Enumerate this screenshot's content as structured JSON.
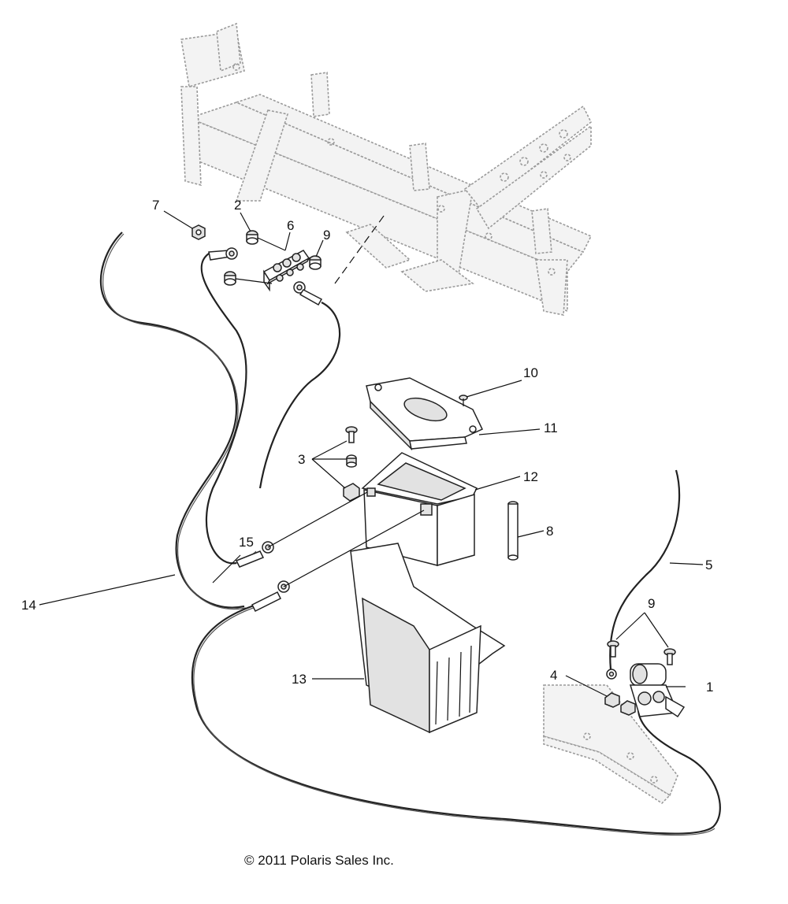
{
  "labels": {
    "l1": "1",
    "l2": "2",
    "l3": "3",
    "l4": "4",
    "l5": "5",
    "l6": "6",
    "l7": "7",
    "l8": "8",
    "l9a": "9",
    "l9b": "9",
    "l10": "10",
    "l11": "11",
    "l12": "12",
    "l13": "13",
    "l14": "14",
    "l15": "15"
  },
  "copyright": "© 2011 Polaris Sales Inc."
}
